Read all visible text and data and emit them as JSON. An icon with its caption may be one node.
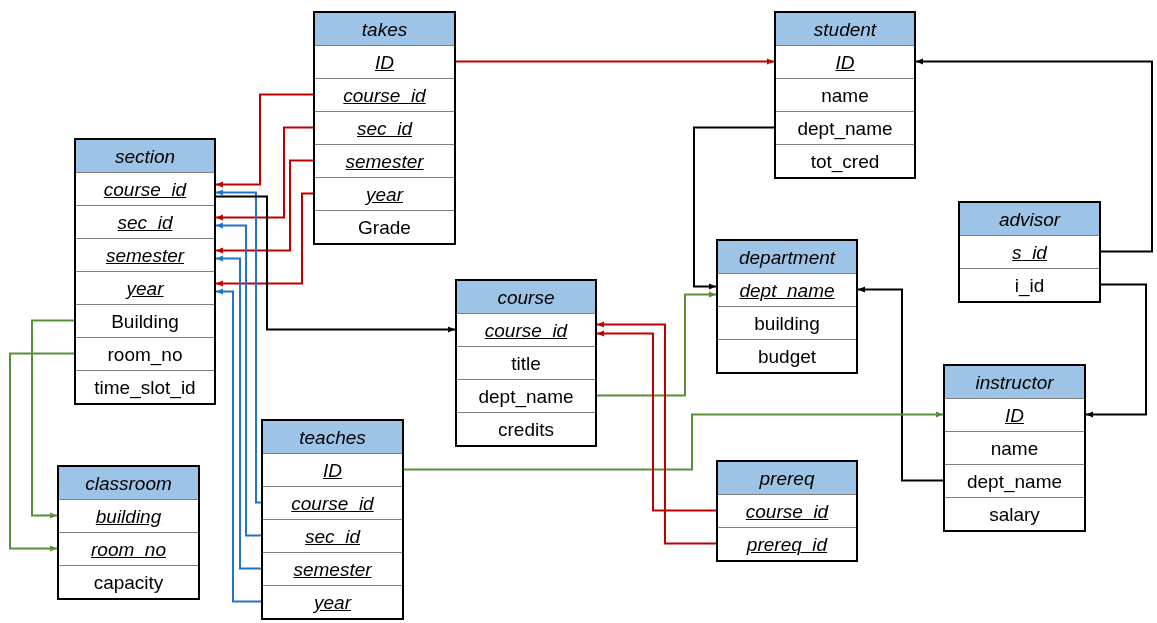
{
  "diagram": {
    "nodes": [
      {
        "text": [
          "takes"
        ]
      },
      {
        "text": [
          "ID"
        ],
        "in": 0
      },
      {
        "text": [
          "course_id"
        ],
        "in": 0
      },
      {
        "text": [
          "sec_id"
        ],
        "in": 0
      },
      {
        "text": [
          "semester"
        ],
        "in": 0
      },
      {
        "text": [
          "year"
        ],
        "in": 0
      },
      {
        "text": [
          "Grade"
        ],
        "in": 0
      },
      {
        "text": [
          "student"
        ]
      },
      {
        "text": [
          "ID"
        ],
        "in": 7
      },
      {
        "text": [
          "name"
        ],
        "in": 7
      },
      {
        "text": [
          "dept_name"
        ],
        "in": 7
      },
      {
        "text": [
          "tot_cred"
        ],
        "in": 7
      },
      {
        "text": [
          "section"
        ]
      },
      {
        "text": [
          "course_id"
        ],
        "in": 12
      },
      {
        "text": [
          "sec_id"
        ],
        "in": 12
      },
      {
        "text": [
          "semester"
        ],
        "in": 12
      },
      {
        "text": [
          "year"
        ],
        "in": 12
      },
      {
        "text": [
          "Building"
        ],
        "in": 12
      },
      {
        "text": [
          "room_no"
        ],
        "in": 12
      },
      {
        "text": [
          "time_slot_id"
        ],
        "in": 12
      },
      {
        "text": [
          "course"
        ]
      },
      {
        "text": [
          "course_id"
        ],
        "in": 20
      },
      {
        "text": [
          "title"
        ],
        "in": 20
      },
      {
        "text": [
          "dept_name"
        ],
        "in": 20
      },
      {
        "text": [
          "credits"
        ],
        "in": 20
      },
      {
        "text": [
          "department"
        ]
      },
      {
        "text": [
          "dept_name"
        ],
        "in": 25
      },
      {
        "text": [
          "building"
        ],
        "in": 25
      },
      {
        "text": [
          "budget"
        ],
        "in": 25
      },
      {
        "text": [
          "advisor"
        ]
      },
      {
        "text": [
          "s_id"
        ],
        "in": 29
      },
      {
        "text": [
          "i_id"
        ],
        "in": 29
      },
      {
        "text": [
          "instructor"
        ]
      },
      {
        "text": [
          "ID"
        ],
        "in": 32
      },
      {
        "text": [
          "name"
        ],
        "in": 32
      },
      {
        "text": [
          "dept_name"
        ],
        "in": 32
      },
      {
        "text": [
          "salary"
        ],
        "in": 32
      },
      {
        "text": [
          "classroom"
        ]
      },
      {
        "text": [
          "building"
        ],
        "in": 37
      },
      {
        "text": [
          "room_no"
        ],
        "in": 37
      },
      {
        "text": [
          "capacity"
        ],
        "in": 37
      },
      {
        "text": [
          "teaches"
        ]
      },
      {
        "text": [
          "ID"
        ],
        "in": 41
      },
      {
        "text": [
          "course_id"
        ],
        "in": 41
      },
      {
        "text": [
          "sec_id"
        ],
        "in": 41
      },
      {
        "text": [
          "semester"
        ],
        "in": 41
      },
      {
        "text": [
          "year"
        ],
        "in": 41
      },
      {
        "text": [
          "prereq"
        ]
      },
      {
        "text": [
          "course_id"
        ],
        "in": 47
      },
      {
        "text": [
          "prereq_id"
        ],
        "in": 47
      }
    ],
    "edges": [
      {
        "from": 1,
        "to": 8,
        "arrow": "to",
        "color": "#c00000"
      },
      {
        "from": 2,
        "to": 13,
        "arrow": "to",
        "color": "#c00000"
      },
      {
        "from": 3,
        "to": 14,
        "arrow": "to",
        "color": "#c00000"
      },
      {
        "from": 4,
        "to": 15,
        "arrow": "to",
        "color": "#c00000"
      },
      {
        "from": 5,
        "to": 16,
        "arrow": "to",
        "color": "#c00000"
      },
      {
        "from": 43,
        "to": 13,
        "arrow": "to",
        "color": "#2473c7"
      },
      {
        "from": 44,
        "to": 14,
        "arrow": "to",
        "color": "#2473c7"
      },
      {
        "from": 45,
        "to": 15,
        "arrow": "to",
        "color": "#2473c7"
      },
      {
        "from": 46,
        "to": 16,
        "arrow": "to",
        "color": "#2473c7"
      },
      {
        "from": 13,
        "to": 21,
        "arrow": "to",
        "color": "#000000"
      },
      {
        "from": 10,
        "to": 26,
        "arrow": "to",
        "color": "#000000"
      },
      {
        "from": 35,
        "to": 26,
        "arrow": "to",
        "color": "#000000"
      },
      {
        "from": 30,
        "to": 8,
        "arrow": "to",
        "color": "#000000"
      },
      {
        "from": 31,
        "to": 33,
        "arrow": "to",
        "color": "#000000"
      },
      {
        "from": 17,
        "to": 38,
        "arrow": "to",
        "color": "#5a8f3a"
      },
      {
        "from": 18,
        "to": 39,
        "arrow": "to",
        "color": "#5a8f3a"
      },
      {
        "from": 23,
        "to": 26,
        "arrow": "to",
        "color": "#5a8f3a"
      },
      {
        "from": 42,
        "to": 33,
        "arrow": "to",
        "color": "#5a8f3a"
      },
      {
        "from": 48,
        "to": 21,
        "arrow": "to",
        "color": "#c00000"
      },
      {
        "from": 49,
        "to": 21,
        "arrow": "to",
        "color": "#c00000"
      }
    ]
  }
}
